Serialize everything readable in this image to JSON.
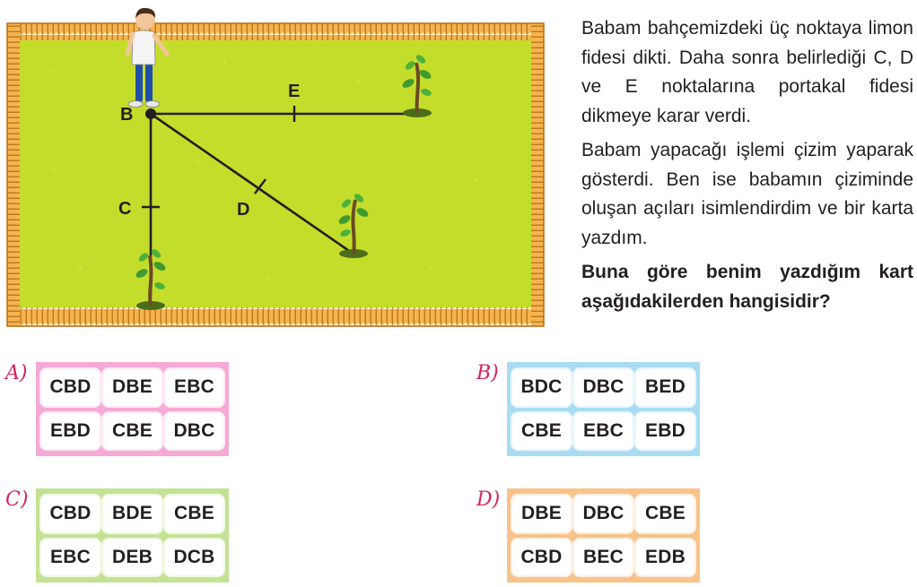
{
  "scene": {
    "points": {
      "B": "B",
      "C": "C",
      "D": "D",
      "E": "E"
    }
  },
  "question": {
    "paragraph1": "Babam bahçemizdeki üç noktaya limon fidesi dikti. Daha sonra belirlediği C, D ve E noktalarına portakal fidesi dikmeye karar verdi.",
    "paragraph2": "Babam yapacağı işlemi çizim yaparak gösterdi. Ben ise babamın çiziminde oluşan açıları isimlendirdim ve bir karta yazdım.",
    "paragraph3": "Buna göre benim yazdığım kart aşağıdakilerden hangisidir?"
  },
  "options": [
    {
      "letter": "A)",
      "color": "#f5a9d6",
      "chips": [
        "CBD",
        "DBE",
        "EBC",
        "EBD",
        "CBE",
        "DBC"
      ]
    },
    {
      "letter": "B)",
      "color": "#a9dcf3",
      "chips": [
        "BDC",
        "DBC",
        "BED",
        "CBE",
        "EBC",
        "EBD"
      ]
    },
    {
      "letter": "C)",
      "color": "#c3e295",
      "chips": [
        "CBD",
        "BDE",
        "CBE",
        "EBC",
        "DEB",
        "DCB"
      ]
    },
    {
      "letter": "D)",
      "color": "#f8c38b",
      "chips": [
        "DBE",
        "DBC",
        "CBE",
        "CBD",
        "BEC",
        "EDB"
      ]
    }
  ],
  "colors": {
    "grass": "#c4dd2b",
    "fence": "#f0a33a",
    "fence_dark": "#b86d16",
    "letter_accent": "#d6245f"
  }
}
